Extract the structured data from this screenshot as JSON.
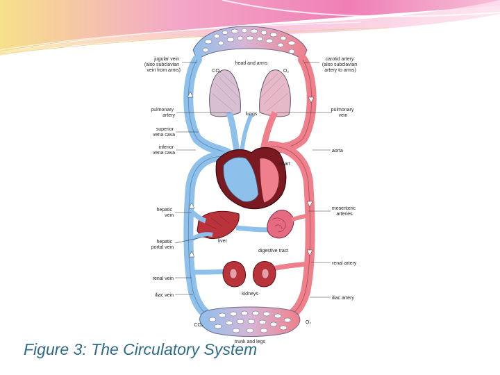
{
  "caption": "Figure 3: The Circulatory System",
  "colors": {
    "vein_blue": "#8ec0ec",
    "artery_red": "#ef7f8a",
    "caption_color": "#2e6b87",
    "banner_pink": "#f08ab8",
    "banner_yellow": "#f7e08a"
  },
  "labels": {
    "jugular_vein": [
      "jugular vein",
      "(also subclavian",
      "vein from arms)"
    ],
    "head_and_arms": "head and arms",
    "co2_top": "CO₂",
    "o2_top": "O₂",
    "carotid_artery": [
      "carotid artery",
      "(also subclavian",
      "artery to arms)"
    ],
    "pulmonary_artery": [
      "pulmonary",
      "artery"
    ],
    "lungs": "lungs",
    "pulmonary_vein": [
      "pulmonary",
      "vein"
    ],
    "superior_vena_cava": [
      "superior",
      "vena cava"
    ],
    "inferior_vena_cava": [
      "inferior",
      "vena cava"
    ],
    "aorta": "aorta",
    "heart": "heart",
    "hepatic_vein": [
      "hepatic",
      "vein"
    ],
    "mesenteric_arteries": [
      "mesenteric",
      "arteries"
    ],
    "liver": "liver",
    "hepatic_portal_vein": [
      "hepatic",
      "portal vein"
    ],
    "digestive_tract": "digestive tract",
    "renal_artery": "renal artery",
    "renal_vein": "renal vein",
    "kidneys": "kidneys",
    "iliac_vein": "iliac vein",
    "iliac_artery": "iliac artery",
    "co2_bottom": "CO₂",
    "o2_bottom": "O₂",
    "trunk_and_legs": "trunk and legs"
  }
}
